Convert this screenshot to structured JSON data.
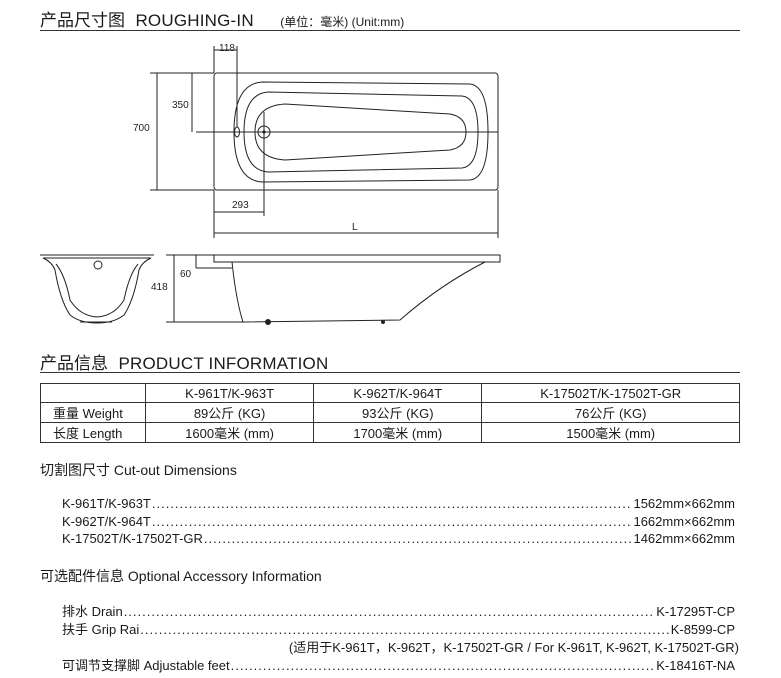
{
  "roughing": {
    "title_cn": "产品尺寸图",
    "title_en": "ROUGHING-IN",
    "unit_note": "(单位：毫米) (Unit:mm)",
    "dims": {
      "d118": "118",
      "d350": "350",
      "d700": "700",
      "d293": "293",
      "dL": "L",
      "d60": "60",
      "d418": "418"
    }
  },
  "product": {
    "title_cn": "产品信息",
    "title_en": "PRODUCT INFORMATION",
    "models": [
      "K-961T/K-963T",
      "K-962T/K-964T",
      "K-17502T/K-17502T-GR"
    ],
    "weight_label": "重量 Weight",
    "weights": [
      "89公斤 (KG)",
      "93公斤 (KG)",
      "76公斤 (KG)"
    ],
    "length_label": "长度 Length",
    "lengths": [
      "1600毫米 (mm)",
      "1700毫米 (mm)",
      "1500毫米 (mm)"
    ]
  },
  "cutout": {
    "title": "切割图尺寸 Cut-out Dimensions",
    "rows": [
      {
        "model": "K-961T/K-963T",
        "value": "1562mm×662mm"
      },
      {
        "model": "K-962T/K-964T",
        "value": "1662mm×662mm"
      },
      {
        "model": "K-17502T/K-17502T-GR",
        "value": "1462mm×662mm"
      }
    ]
  },
  "accessory": {
    "title": "可选配件信息 Optional Accessory Information",
    "drain": {
      "label": "排水 Drain",
      "value": "K-17295T-CP"
    },
    "grip": {
      "label": "扶手 Grip Rai",
      "value": "K-8599-CP"
    },
    "grip_note": "(适用于K-961T，K-962T，K-17502T-GR / For K-961T, K-962T, K-17502T-GR)",
    "feet": {
      "label": "可调节支撑脚 Adjustable feet",
      "value": "K-18416T-NA"
    }
  }
}
